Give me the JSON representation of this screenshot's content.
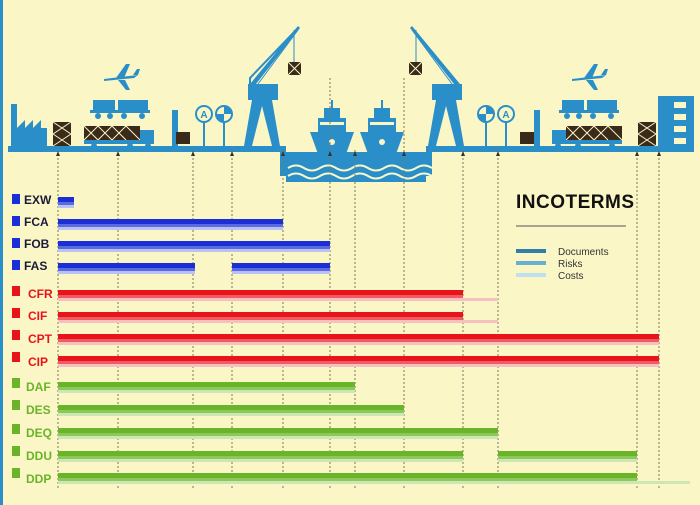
{
  "title": "INCOTERMS",
  "legend": [
    {
      "label": "Documents",
      "color": "#2f7fa8"
    },
    {
      "label": "Risks",
      "color": "#6aaed0"
    },
    {
      "label": "Costs",
      "color": "#bfe0ee"
    }
  ],
  "colors": {
    "background": "#fbf6c6",
    "infrastructure": "#2a8fc9",
    "group_e_f": "#1a2fd6",
    "group_c": "#e8141c",
    "group_d": "#6ab42a"
  },
  "icons": [
    "factory-icon",
    "airplane-icon",
    "truck-icon",
    "train-icon",
    "crane-icon",
    "ship-icon",
    "warehouse-icon",
    "customs-icon",
    "pallet-icon",
    "office-building-icon"
  ],
  "terms": [
    {
      "code": "EXW",
      "group": "E"
    },
    {
      "code": "FCA",
      "group": "F"
    },
    {
      "code": "FOB",
      "group": "F"
    },
    {
      "code": "FAS",
      "group": "F"
    },
    {
      "code": "CFR",
      "group": "C"
    },
    {
      "code": "CIF",
      "group": "C"
    },
    {
      "code": "CPT",
      "group": "C"
    },
    {
      "code": "CIP",
      "group": "C"
    },
    {
      "code": "DAF",
      "group": "D"
    },
    {
      "code": "DES",
      "group": "D"
    },
    {
      "code": "DEQ",
      "group": "D"
    },
    {
      "code": "DDU",
      "group": "D"
    },
    {
      "code": "DDP",
      "group": "D"
    }
  ]
}
